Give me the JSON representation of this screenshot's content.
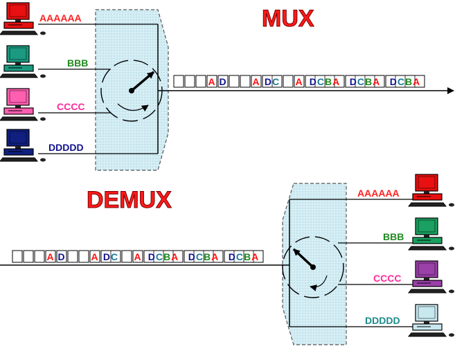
{
  "mux": {
    "title": "MUX",
    "sources": [
      {
        "label": "AAAAAA",
        "color": "#ff2020",
        "pc_color": "#e81010"
      },
      {
        "label": "BBB",
        "color": "#1f8a1f",
        "pc_color": "#1a9a80"
      },
      {
        "label": "CCCC",
        "color": "#ff2a9a",
        "pc_color": "#ff5fb0"
      },
      {
        "label": "DDDDD",
        "color": "#101090",
        "pc_color": "#102080"
      }
    ],
    "stream": [
      "",
      "",
      "",
      "A",
      "D",
      "",
      "",
      "A",
      "DC",
      "",
      "A",
      "DCBA",
      "DCBA",
      "DCBA"
    ]
  },
  "demux": {
    "title": "DEMUX",
    "outputs": [
      {
        "label": "AAAAAA",
        "color": "#ff2020",
        "pc_color": "#e81010"
      },
      {
        "label": "BBB",
        "color": "#1f8a1f",
        "pc_color": "#1aa060"
      },
      {
        "label": "CCCC",
        "color": "#ff2a9a",
        "pc_color": "#9a40a8"
      },
      {
        "label": "DDDDD",
        "color": "#1a8a8a",
        "pc_color": "#c8e8f0"
      }
    ],
    "stream": [
      "",
      "",
      "",
      "A",
      "D",
      "",
      "",
      "A",
      "DC",
      "",
      "A",
      "DCBA",
      "DCBA",
      "DCBA"
    ]
  },
  "colors": {
    "A": "#ff1010",
    "B": "#1f8a1f",
    "C": "#1a7a9a",
    "D": "#101090",
    "title": "#ff1a1a",
    "box_fill": "#d6eef4",
    "line": "#000000"
  }
}
